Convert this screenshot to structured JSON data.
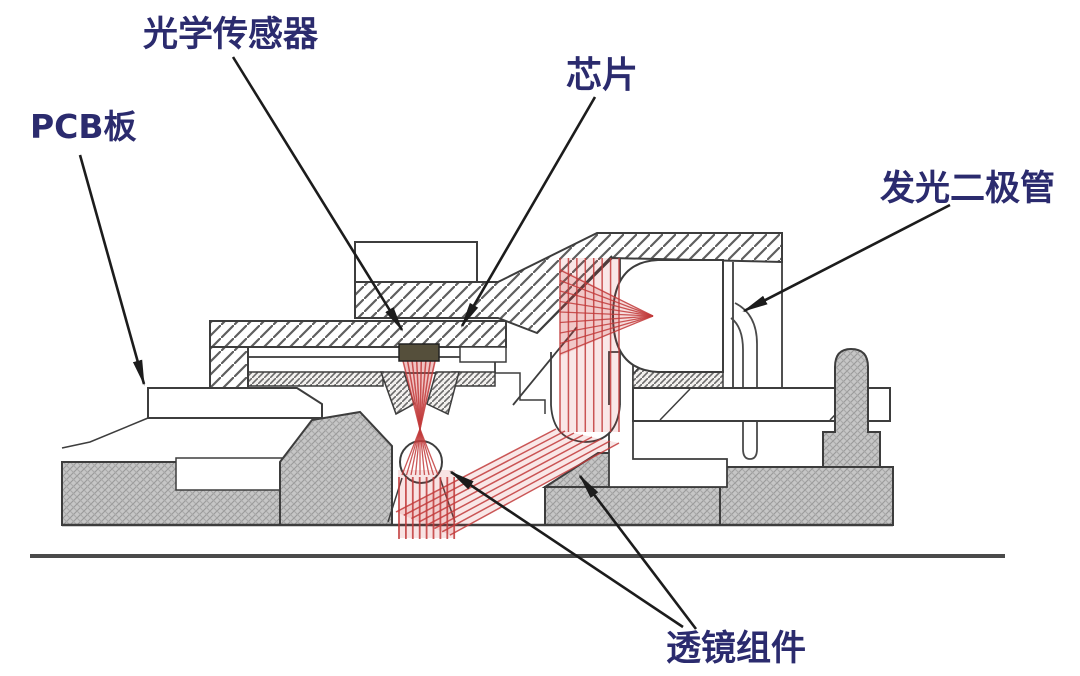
{
  "labels": {
    "optical_sensor": "光学传感器",
    "chip": "芯片",
    "pcb_board": "PCB板",
    "led": "发光二极管",
    "lens_assembly": "透镜组件"
  },
  "colors": {
    "label_text": "#2b2b6e",
    "light_ray_red": "#c23b3b",
    "outline": "#3d3d3d",
    "base_gray": "#c6c6c6",
    "background": "#ffffff"
  }
}
